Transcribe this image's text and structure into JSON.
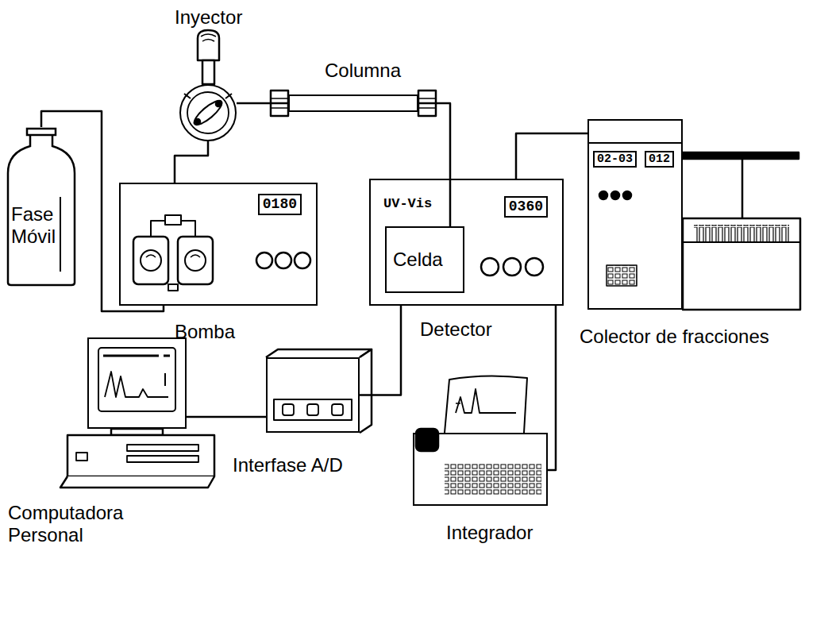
{
  "diagram": {
    "nodes": [
      {
        "text": [
          "Fase Móvil"
        ]
      },
      {
        "text": [
          "0180",
          "Bomba"
        ]
      },
      {
        "text": [
          "Inyector"
        ]
      },
      {
        "text": [
          "Columna"
        ]
      },
      {
        "text": [
          "UV-Vis",
          "0360",
          "Detector"
        ]
      },
      {
        "text": [
          "Celda"
        ],
        "in": 4
      },
      {
        "text": [
          "02-03",
          "012",
          "Colector de fracciones"
        ]
      },
      {
        "text": [
          "Interfase A/D"
        ]
      },
      {
        "text": [
          "Computadora Personal"
        ]
      },
      {
        "text": [
          "Integrador"
        ]
      }
    ],
    "edges": [
      {
        "from": 0,
        "to": 1,
        "arrow": "none"
      },
      {
        "from": 1,
        "to": 2,
        "arrow": "none"
      },
      {
        "from": 2,
        "to": 3,
        "arrow": "none"
      },
      {
        "from": 3,
        "to": 5,
        "arrow": "none"
      },
      {
        "from": 4,
        "to": 6,
        "arrow": "none"
      },
      {
        "from": 4,
        "to": 7,
        "arrow": "none"
      },
      {
        "from": 7,
        "to": 8,
        "arrow": "none"
      },
      {
        "from": 4,
        "to": 9,
        "arrow": "none"
      }
    ]
  }
}
